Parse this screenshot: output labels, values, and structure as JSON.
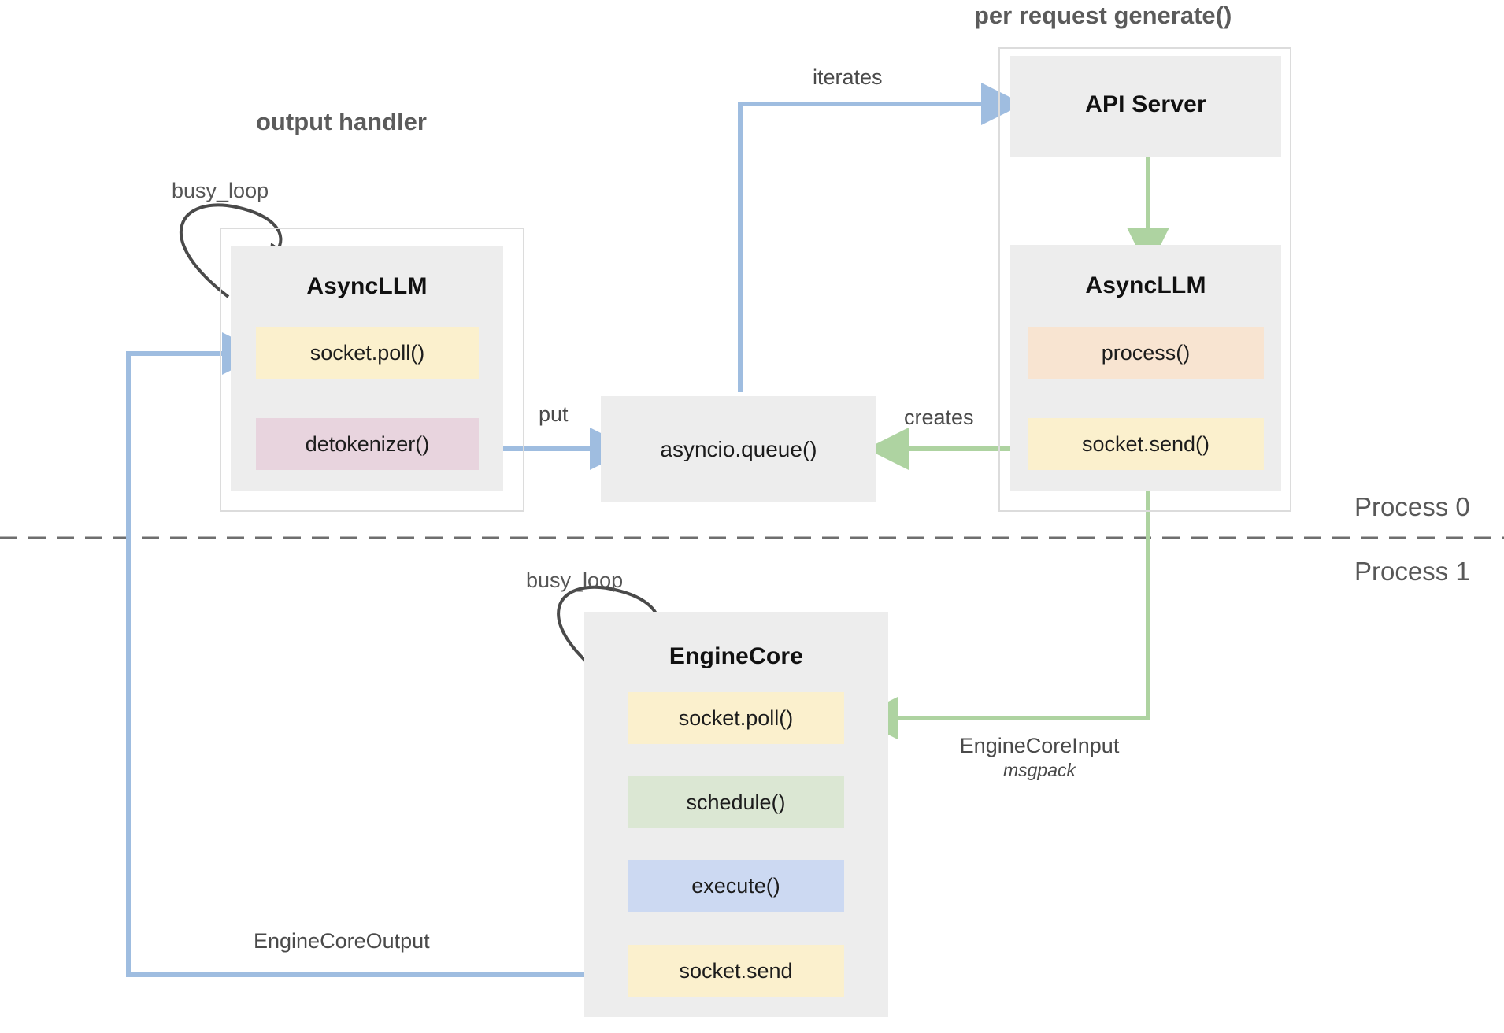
{
  "diagram": {
    "title_groups": {
      "output_handler": "output handler",
      "per_request": "per request generate()"
    },
    "process_labels": {
      "top": "Process 0",
      "bottom": "Process 1"
    },
    "loop_labels": {
      "async_llm": "busy_loop",
      "engine_core": "busy_loop"
    },
    "nodes": {
      "api_server": {
        "title": "API Server"
      },
      "async_llm_right": {
        "title": "AsyncLLM",
        "chips": [
          {
            "label": "process()",
            "color": "#f8e4d1"
          },
          {
            "label": "socket.send()",
            "color": "#fbf0cd"
          }
        ]
      },
      "async_llm_left": {
        "title": "AsyncLLM",
        "chips": [
          {
            "label": "socket.poll()",
            "color": "#fbf0cd"
          },
          {
            "label": "detokenizer()",
            "color": "#e8d4de"
          }
        ]
      },
      "asyncio_queue": {
        "label": "asyncio.queue()"
      },
      "engine_core": {
        "title": "EngineCore",
        "chips": [
          {
            "label": "socket.poll()",
            "color": "#fbf0cd"
          },
          {
            "label": "schedule()",
            "color": "#dbe7d3"
          },
          {
            "label": "execute()",
            "color": "#ccd9f2"
          },
          {
            "label": "socket.send",
            "color": "#fbf0cd"
          }
        ]
      }
    },
    "edges": {
      "iterates": "iterates",
      "put": "put",
      "creates": "creates",
      "engine_core_input": "EngineCoreInput",
      "engine_core_input_sub": "msgpack",
      "engine_core_output": "EngineCoreOutput"
    },
    "colors": {
      "blue_arrow": "#9fbde0",
      "green_arrow": "#aed3a1",
      "black_arrow": "#4a4a4a",
      "component_grey": "#ededed",
      "group_border": "#dcdcdc",
      "divider": "#6e6e6e"
    }
  }
}
